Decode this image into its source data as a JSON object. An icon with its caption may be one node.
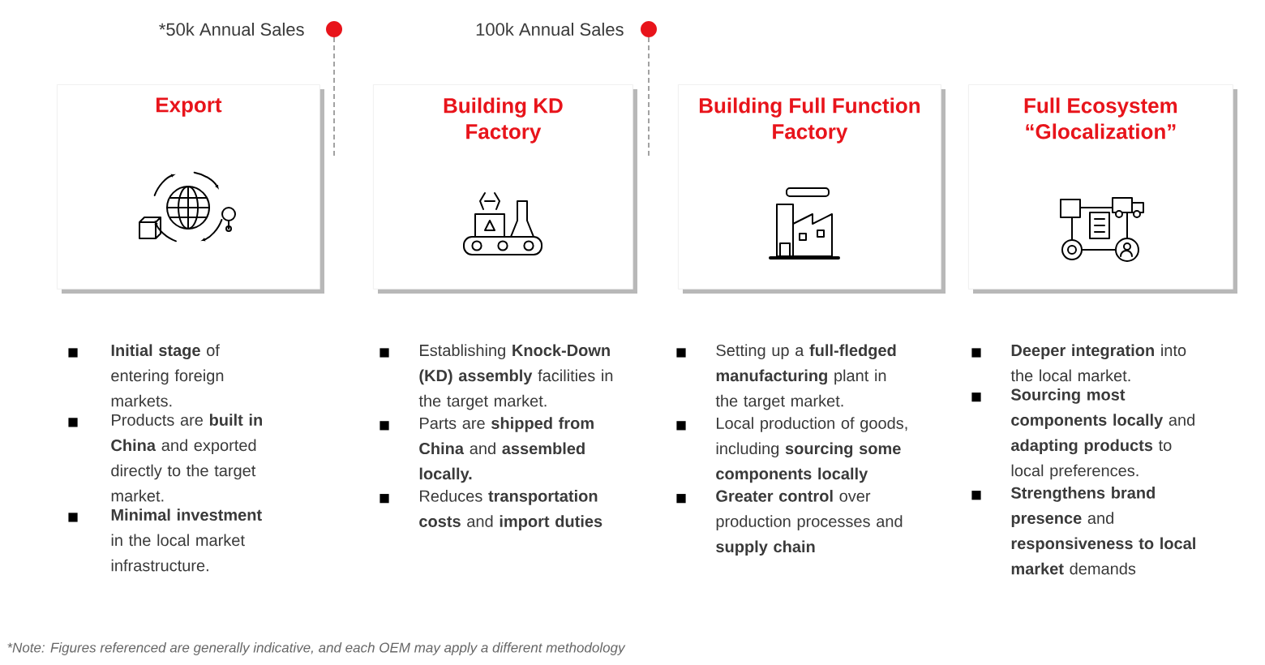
{
  "diagram": {
    "caption": "*Note: Figures referenced are generally indicative, and each OEM may apply a different methodology",
    "nodes": [
      {
        "text": [
          "Export"
        ],
        "beside": [
          "**Initial stage** of entering foreign markets.",
          "Products are **built in China** and exported directly to the target market.",
          "**Minimal investment** in the local market infrastructure."
        ]
      },
      {
        "text": [
          "Building KD Factory"
        ],
        "beside": [
          "Establishing **Knock-Down (KD) assembly** facilities in the target market.",
          "Parts are **shipped from China** and **assembled locally.**",
          "Reduces **transportation costs** and **import duties**"
        ]
      },
      {
        "text": [
          "Building Full Function Factory"
        ],
        "beside": [
          "Setting up a **full-fledged manufacturing** plant in the target market.",
          "Local production of goods, including **sourcing some components locally**",
          "**Greater control** over production processes and **supply chain**"
        ]
      },
      {
        "text": [
          "Full Ecosystem “Glocalization”"
        ],
        "beside": [
          "**Deeper integration** into the local market.",
          "**Sourcing most components locally** and **adapting products** to local preferences.",
          "**Strengthens brand presence** and **responsiveness to local market** demands"
        ]
      }
    ],
    "labels": [
      "*50k Annual Sales",
      "100k Annual Sales"
    ]
  }
}
